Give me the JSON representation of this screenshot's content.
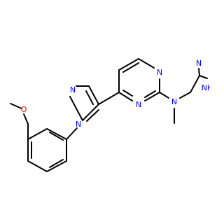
{
  "atoms": {
    "n1": "N",
    "n2": "N",
    "n3": "N",
    "n4": "N",
    "n5": "N",
    "n6": "N",
    "nh": "NH",
    "o1": "O"
  },
  "colors": {
    "nitrogen": "#0000ff",
    "oxygen": "#ff0000",
    "bond": "#000000"
  }
}
